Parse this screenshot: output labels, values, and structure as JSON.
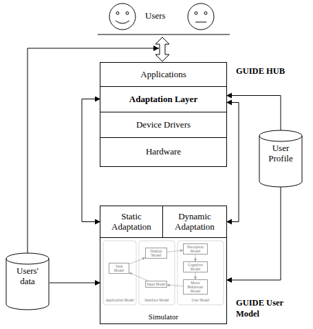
{
  "diagram": {
    "nodes": [
      {
        "text": [
          "GUIDE HUB"
        ]
      },
      {
        "text": [
          "Applications"
        ],
        "in": 0
      },
      {
        "text": [
          "Adaptation Layer"
        ],
        "in": 0
      },
      {
        "text": [
          "Device Drivers"
        ],
        "in": 0
      },
      {
        "text": [
          "Hardware"
        ],
        "in": 0
      },
      {
        "text": [
          "User Profile"
        ]
      },
      {
        "text": [
          "GUIDE User Model"
        ]
      },
      {
        "text": [
          "Static Adaptation"
        ],
        "in": 6
      },
      {
        "text": [
          "Dynamic Adaptation"
        ],
        "in": 6
      },
      {
        "text": [
          "Simulator"
        ],
        "in": 6
      },
      {
        "text": [
          "Task Model"
        ],
        "in": 9
      },
      {
        "text": [
          "Display Model"
        ],
        "in": 9
      },
      {
        "text": [
          "Perception Model"
        ],
        "in": 9
      },
      {
        "text": [
          "Cognitive Model"
        ],
        "in": 9
      },
      {
        "text": [
          "Input Model"
        ],
        "in": 9
      },
      {
        "text": [
          "Motor Behaviour Model"
        ],
        "in": 9
      },
      {
        "text": [
          "Users' data"
        ]
      }
    ],
    "edges": [
      {
        "from": 16,
        "to": 9,
        "arrow": "to"
      },
      {
        "from": 2,
        "to": 7,
        "arrow": "both"
      },
      {
        "from": 5,
        "to": 2,
        "arrow": "to"
      },
      {
        "from": 2,
        "to": 8,
        "arrow": "both"
      },
      {
        "from": 5,
        "to": 9,
        "arrow": "to"
      },
      {
        "from": 10,
        "to": 11,
        "arrow": "to"
      },
      {
        "from": 11,
        "to": 12,
        "arrow": "to"
      },
      {
        "from": 12,
        "to": 13,
        "arrow": "to"
      },
      {
        "from": 13,
        "to": 15,
        "arrow": "to"
      },
      {
        "from": 15,
        "to": 14,
        "arrow": "to"
      },
      {
        "from": 14,
        "to": 10,
        "arrow": "to"
      }
    ],
    "labels": [
      "Users",
      "Application Model",
      "Interface Model",
      "User Model"
    ]
  }
}
